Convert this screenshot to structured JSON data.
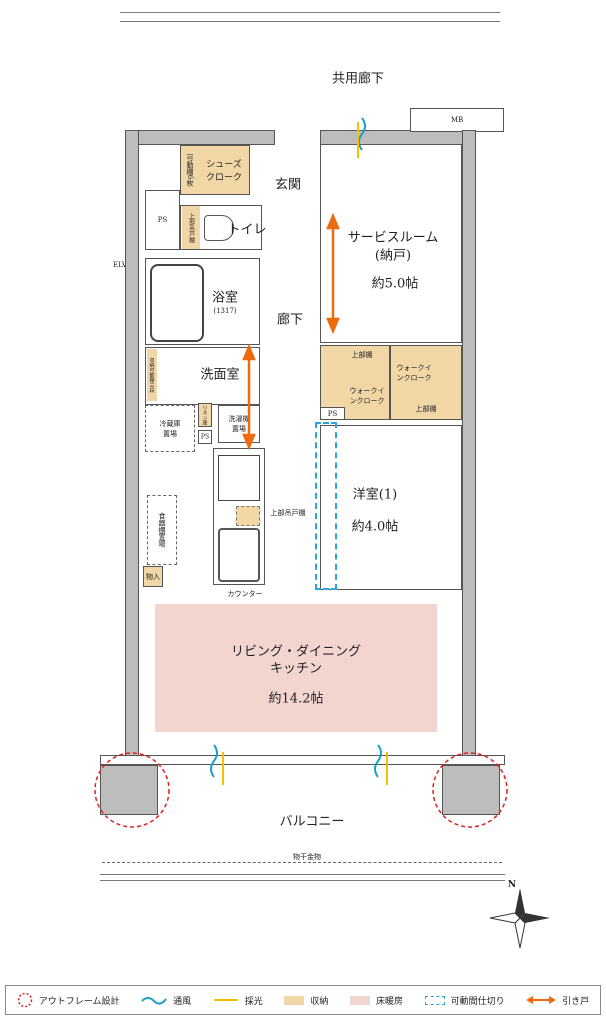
{
  "labels": {
    "common_corridor": "共用廊下",
    "mb": "MB",
    "elv": "ELV",
    "shoes_shelf": "可動棚6枚",
    "shoes_closet": "シューズクローク",
    "entrance": "玄関",
    "ps": "PS",
    "toilet": "トイレ",
    "toilet_cabinet": "上部吊戸棚",
    "bath": "浴室",
    "bath_size": "(1317)",
    "hallway": "廊下",
    "service_room": "サービスルーム",
    "service_room_sub": "(納戸)",
    "service_room_size": "約5.0帖",
    "upper_shelf": "上部棚",
    "walk_in_closet": "ウォークインクローク",
    "washroom": "洗面室",
    "washroom_storage": "収納可動棚三段",
    "linen": "リネン庫",
    "washer": "洗濯機置場",
    "fridge": "冷蔵庫置場",
    "cupboard": "食器棚置場",
    "kitchen_cabinet": "上部吊戸棚",
    "counter": "カウンター",
    "storage": "物入",
    "western_room": "洋室(1)",
    "western_room_size": "約4.0帖",
    "ldk_line1": "リビング・ダイニング",
    "ldk_line2": "キッチン",
    "ldk_size": "約14.2帖",
    "balcony": "バルコニー",
    "drying_hardware": "物干金物",
    "north": "N"
  },
  "legend": [
    {
      "label": "アウトフレーム設計",
      "icon": "red-dashed-circle",
      "color": "#e02020"
    },
    {
      "label": "通風",
      "icon": "wave-line",
      "color": "#1aa0c8"
    },
    {
      "label": "採光",
      "icon": "light-line",
      "color": "#f5c000"
    },
    {
      "label": "収納",
      "icon": "tan-box",
      "color": "#f1d7a6"
    },
    {
      "label": "床暖房",
      "icon": "pink-box",
      "color": "#f2d5cf"
    },
    {
      "label": "可動間仕切り",
      "icon": "blue-dashed-box",
      "color": "#27a6e0"
    },
    {
      "label": "引き戸",
      "icon": "double-arrow",
      "color": "#ee6a10"
    }
  ]
}
